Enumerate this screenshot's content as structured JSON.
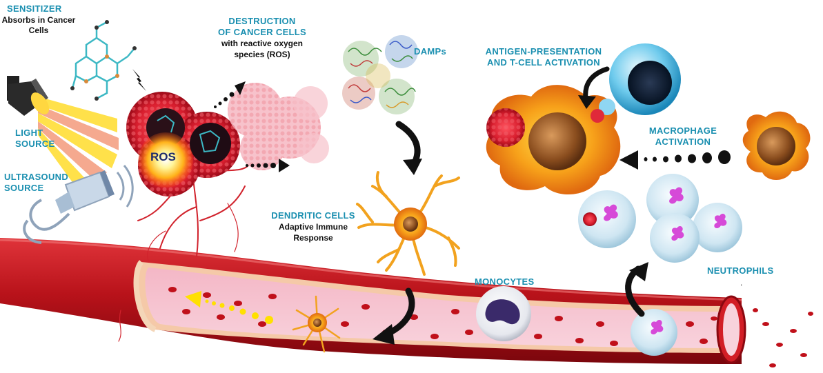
{
  "labels": {
    "sensitizer": "SENSITIZER",
    "sensitizer_desc_1": "Absorbs in Cancer",
    "sensitizer_desc_2": "Cells",
    "light_1": "LIGHT",
    "light_2": "SOURCE",
    "ultrasound_1": "ULTRASOUND",
    "ultrasound_2": "SOURCE",
    "ros": "ROS",
    "destruction_1": "DESTRUCTION",
    "destruction_2": "OF CANCER CELLS",
    "destruction_desc_1": "with reactive oxygen",
    "destruction_desc_2": "species (ROS)",
    "damps": "DAMPs",
    "antigen_1": "ANTIGEN-PRESENTATION",
    "antigen_2": "AND T-CELL ACTIVATION",
    "macrophage_1": "MACROPHAGE",
    "macrophage_2": "ACTIVATION",
    "dendritic": "DENDRITIC CELLS",
    "dendritic_desc_1": "Adaptive Immune",
    "dendritic_desc_2": "Response",
    "monocytes": "MONOCYTES",
    "neutrophils": "NEUTROPHILS"
  },
  "colors": {
    "label_teal": "#1a8fb0",
    "vessel_red": "#c8141c",
    "cell_orange": "#f7a11a",
    "blood_cell": "#c0101a",
    "neutrophil_blue": "#cfe6f2",
    "tcell_blue": "#2aa6d4"
  }
}
